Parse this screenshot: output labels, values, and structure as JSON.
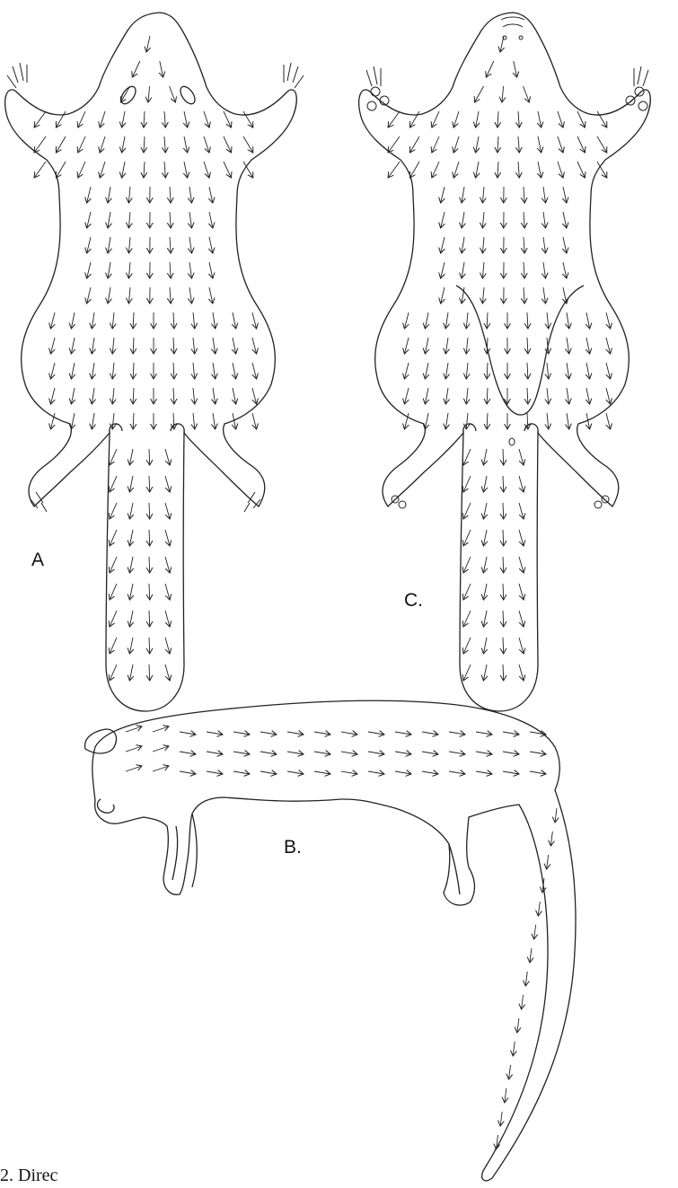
{
  "figure": {
    "panels": [
      {
        "id": "A",
        "label": "A",
        "view": "dorsal-view"
      },
      {
        "id": "C",
        "label": "C.",
        "view": "ventral-view"
      },
      {
        "id": "B",
        "label": "B.",
        "view": "lateral-view"
      }
    ],
    "caption": "2.  Direc",
    "colors": {
      "ink": "#222222",
      "paper": "#ffffff"
    },
    "marks": {
      "arrow": "hair-direction-arrow-icon"
    }
  }
}
